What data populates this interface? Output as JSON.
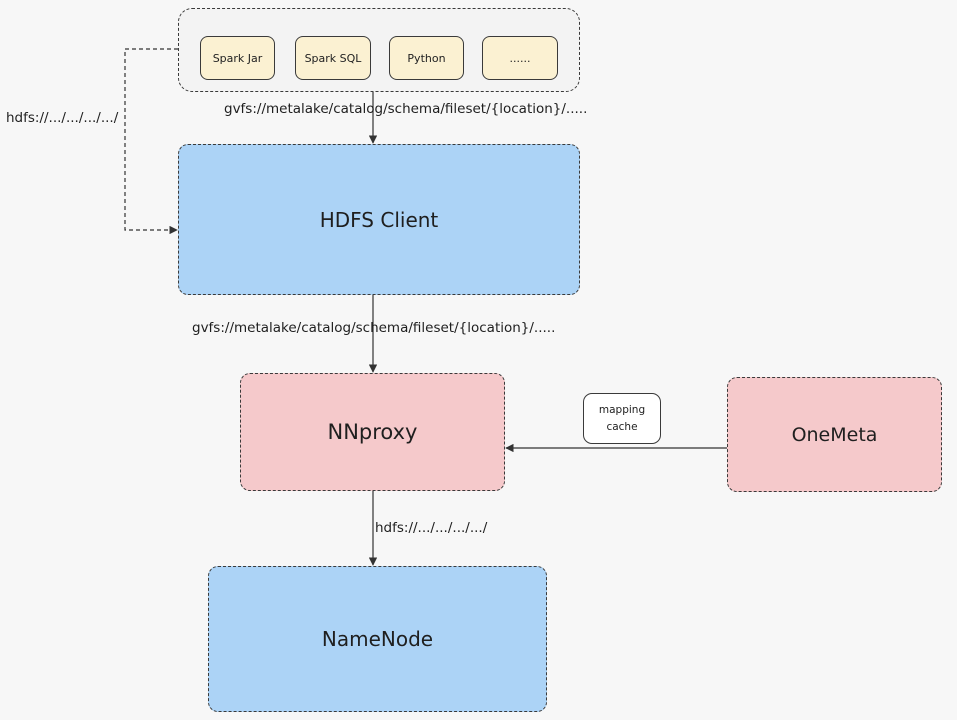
{
  "sources": {
    "items": [
      {
        "label": "Spark Jar"
      },
      {
        "label": "Spark SQL"
      },
      {
        "label": "Python"
      },
      {
        "label": "......"
      }
    ]
  },
  "nodes": {
    "hdfs_client": "HDFS Client",
    "nnproxy": "NNproxy",
    "onemeta": "OneMeta",
    "namenode": "NameNode"
  },
  "cache": {
    "line1": "mapping",
    "line2": "cache"
  },
  "edges": {
    "sources_to_client": "gvfs://metalake/catalog/schema/fileset/{location}/.....",
    "client_to_nnproxy": "gvfs://metalake/catalog/schema/fileset/{location}/.....",
    "nnproxy_to_namenode": "hdfs://.../.../.../.../",
    "sources_to_client_bypass": "hdfs://.../.../.../.../"
  },
  "colors": {
    "blue_node": "#acd3f6",
    "pink_node": "#f5c9cb",
    "source_item": "#fbf1d2"
  }
}
